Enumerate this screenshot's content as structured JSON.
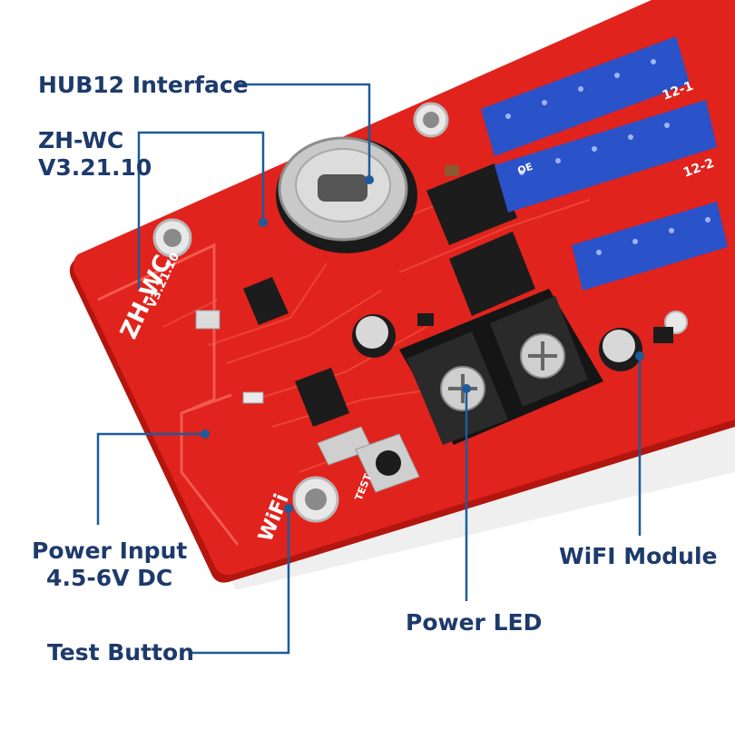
{
  "callouts": {
    "hub12": {
      "text": "HUB12 Interface"
    },
    "zhwc": {
      "line1": "ZH-WC",
      "line2": "V3.21.10"
    },
    "power_input": {
      "line1": "Power Input",
      "line2": "4.5-6V DC"
    },
    "test_button": {
      "text": "Test Button"
    },
    "power_led": {
      "text": "Power LED"
    },
    "wifi_module": {
      "text": "WiFI Module"
    }
  },
  "board": {
    "silk_model": "ZH-WC",
    "silk_version": "V3.21.10",
    "silk_wifi": "WiFi",
    "silk_test": "TEST",
    "silk_port1": "12-1",
    "silk_port2": "12-2",
    "silk_oe": "OE"
  },
  "colors": {
    "label": "#1d3a6b",
    "leader": "#1d5b9a",
    "pcb": "#e0231c",
    "pcb_edge": "#b3150f",
    "header": "#2a52c9",
    "terminal": "#151515"
  }
}
